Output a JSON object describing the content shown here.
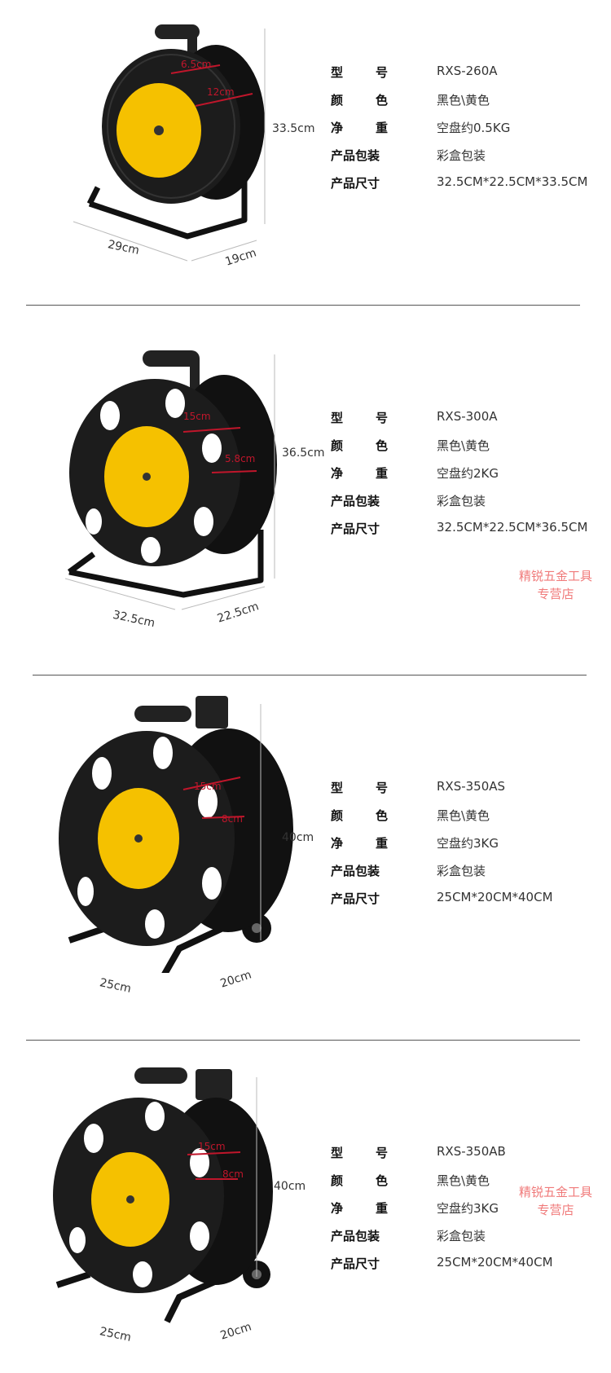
{
  "label_text": {
    "model": "型 号",
    "color": "颜 色",
    "weight": "净 重",
    "packaging": "产品包装",
    "size": "产品尺寸"
  },
  "products": [
    {
      "model": "RXS-260A",
      "color": "黑色\\黄色",
      "weight": "空盘约0.5KG",
      "packaging": "彩盒包装",
      "size": "32.5CM*22.5CM*33.5CM",
      "dim_height": "33.5cm",
      "dim_width": "29cm",
      "dim_depth": "19cm",
      "dim_inner_a": "6.5cm",
      "dim_inner_b": "12cm"
    },
    {
      "model": "RXS-300A",
      "color": "黑色\\黄色",
      "weight": "空盘约2KG",
      "packaging": "彩盒包装",
      "size": "32.5CM*22.5CM*36.5CM",
      "dim_height": "36.5cm",
      "dim_width": "32.5cm",
      "dim_depth": "22.5cm",
      "dim_inner_a": "15cm",
      "dim_inner_b": "5.8cm"
    },
    {
      "model": "RXS-350AS",
      "color": "黑色\\黄色",
      "weight": "空盘约3KG",
      "packaging": "彩盒包装",
      "size": "25CM*20CM*40CM",
      "dim_height": "40cm",
      "dim_width": "25cm",
      "dim_depth": "20cm",
      "dim_inner_a": "15cm",
      "dim_inner_b": "8cm"
    },
    {
      "model": "RXS-350AB",
      "color": "黑色\\黄色",
      "weight": "空盘约3KG",
      "packaging": "彩盒包装",
      "size": "25CM*20CM*40CM",
      "dim_height": "40cm",
      "dim_width": "25cm",
      "dim_depth": "20cm",
      "dim_inner_a": "15cm",
      "dim_inner_b": "8cm"
    }
  ],
  "watermark": {
    "line1": "精锐五金工具",
    "line2": "专营店"
  },
  "colors": {
    "reel_black": "#1c1c1c",
    "reel_yellow": "#f5c100",
    "dim_red": "#c0162b",
    "watermark": "#f07a7a"
  }
}
